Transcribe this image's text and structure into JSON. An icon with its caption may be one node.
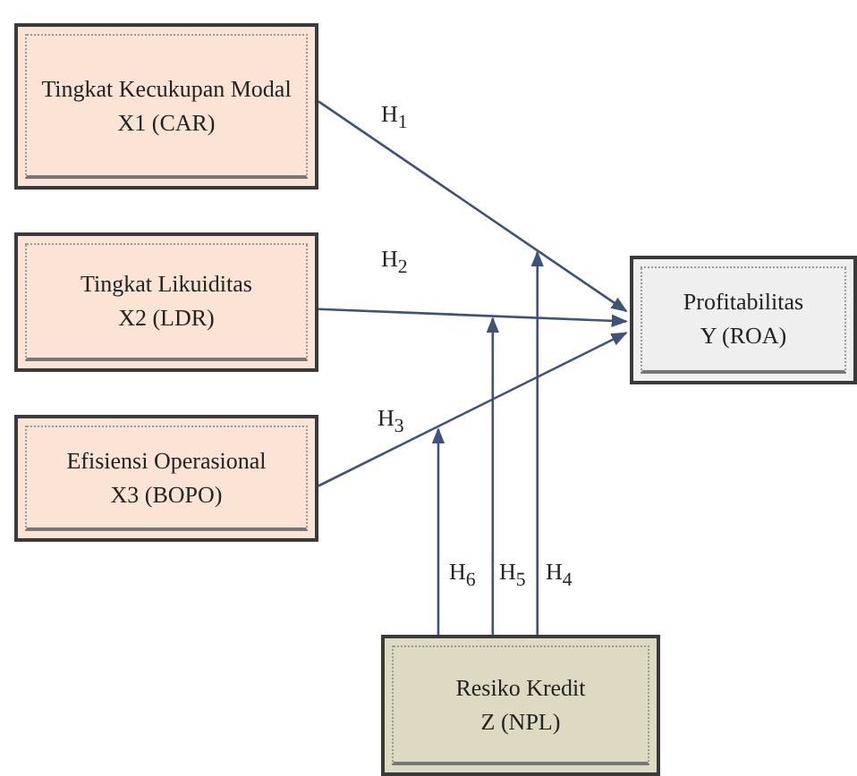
{
  "diagram": {
    "nodes": [
      {
        "text": [
          "Tingkat Kecukupan Modal",
          "X1 (CAR)"
        ]
      },
      {
        "text": [
          "Tingkat Likuiditas",
          "X2 (LDR)"
        ]
      },
      {
        "text": [
          "Efisiensi Operasional",
          "X3 (BOPO)"
        ]
      },
      {
        "text": [
          "Profitabilitas",
          "Y (ROA)"
        ]
      },
      {
        "text": [
          "Resiko Kredit",
          "Z (NPL)"
        ]
      }
    ],
    "edges": [
      {
        "from": 0,
        "to": 3,
        "arrow": "to",
        "label": "H$_{1}$"
      },
      {
        "from": 1,
        "to": 3,
        "arrow": "to",
        "label": "H$_{2}$"
      },
      {
        "from": 2,
        "to": 3,
        "arrow": "to",
        "label": "H$_{3}$"
      },
      {
        "from": 4,
        "to": null,
        "arrow": "to",
        "label": "H$_{4}$"
      },
      {
        "from": 4,
        "to": null,
        "arrow": "to",
        "label": "H$_{5}$"
      },
      {
        "from": 4,
        "to": null,
        "arrow": "to",
        "label": "H$_{6}$"
      }
    ]
  }
}
